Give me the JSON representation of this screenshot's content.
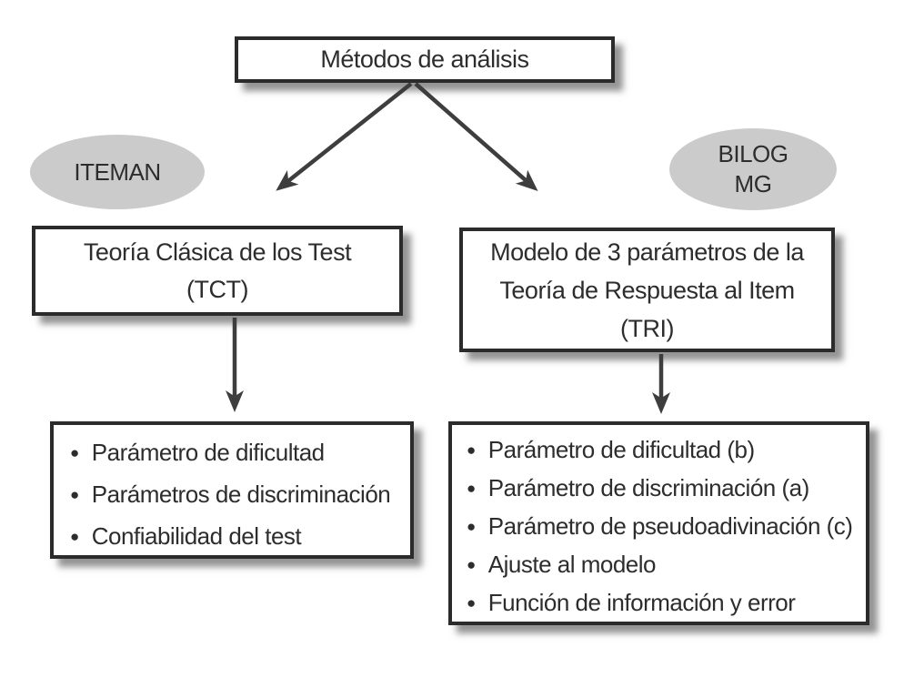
{
  "glyphs": {
    "bullet": "●"
  },
  "colors": {
    "background": "#ffffff",
    "box_border": "#2b2b2b",
    "oval_fill": "#cbcbcb",
    "arrow": "#3e3e3e",
    "shadow": "#6b6b6b"
  },
  "diagram": {
    "root_box": {
      "label": "Métodos de análisis"
    },
    "left_oval": {
      "label": "ITEMAN"
    },
    "right_oval": {
      "line1": "BILOG",
      "line2": "MG"
    },
    "left_box": {
      "line1": "Teoría Clásica de los Test",
      "line2": "(TCT)"
    },
    "right_box": {
      "line1": "Modelo de 3 parámetros de la",
      "line2": "Teoría de Respuesta al Item",
      "line3": "(TRI)"
    },
    "left_list": {
      "items": [
        "Parámetro de dificultad",
        "Parámetros de discriminación",
        "Confiabilidad del test"
      ]
    },
    "right_list": {
      "items": [
        "Parámetro de dificultad (b)",
        "Parámetro de discriminación (a)",
        "Parámetro de pseudoadivinación (c)",
        "Ajuste al modelo",
        "Función de información y error"
      ]
    }
  }
}
